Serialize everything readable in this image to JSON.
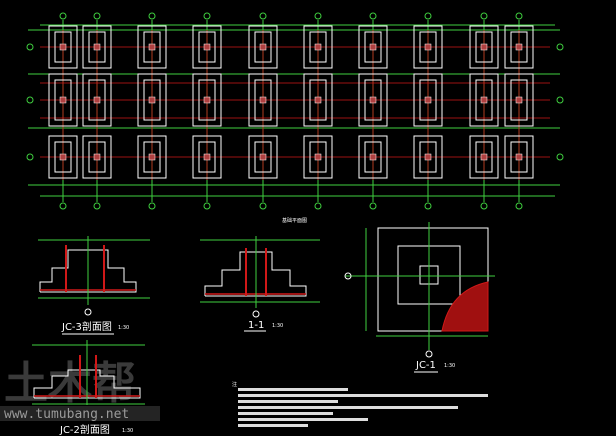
{
  "drawing": {
    "plan_label": "基础平面图",
    "sections": [
      {
        "id": "jc3",
        "title": "JC-3剖面图",
        "scale": "1:30",
        "axis": "①"
      },
      {
        "id": "s11",
        "title": "1-1",
        "scale": "1:30",
        "axis": "①"
      },
      {
        "id": "jc1",
        "title": "JC-1",
        "scale": "1:30",
        "axis": "①"
      },
      {
        "id": "jc2",
        "title": "JC-2剖面图",
        "scale": "1:30",
        "axis": "①"
      }
    ],
    "notes_heading": "注"
  },
  "watermark": {
    "text": "土木帮",
    "url": "www.tumubang.net"
  },
  "colors": {
    "axis": "#3fcf3f",
    "rebar": "#d01818",
    "line": "#ffffff",
    "bg": "#000000"
  }
}
